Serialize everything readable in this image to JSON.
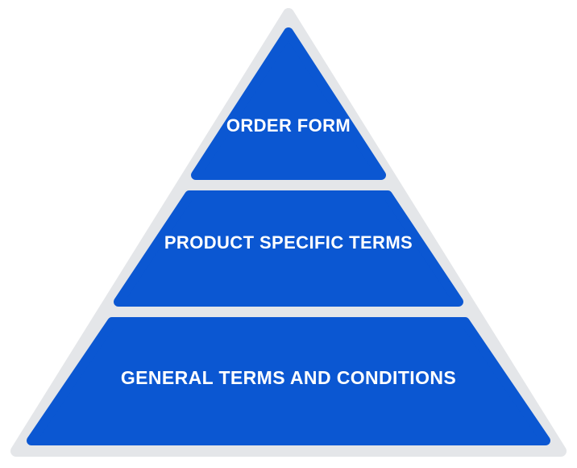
{
  "pyramid": {
    "tiers": [
      {
        "label": "ORDER FORM"
      },
      {
        "label": "PRODUCT SPECIFIC TERMS"
      },
      {
        "label": "GENERAL TERMS AND CONDITIONS"
      }
    ],
    "colors": {
      "tier_fill": "#0B57D2",
      "outline": "#E4E6E9",
      "label_text": "#FFFFFF",
      "background": "#FFFFFF"
    }
  }
}
